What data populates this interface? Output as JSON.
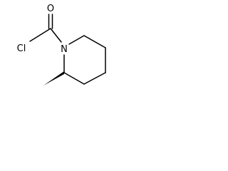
{
  "molecule": {
    "atoms": {
      "oxygen": "O",
      "chlorine": "Cl",
      "nitrogen": "N"
    }
  },
  "colors": {
    "ink": "#000000",
    "background": "#ffffff"
  }
}
